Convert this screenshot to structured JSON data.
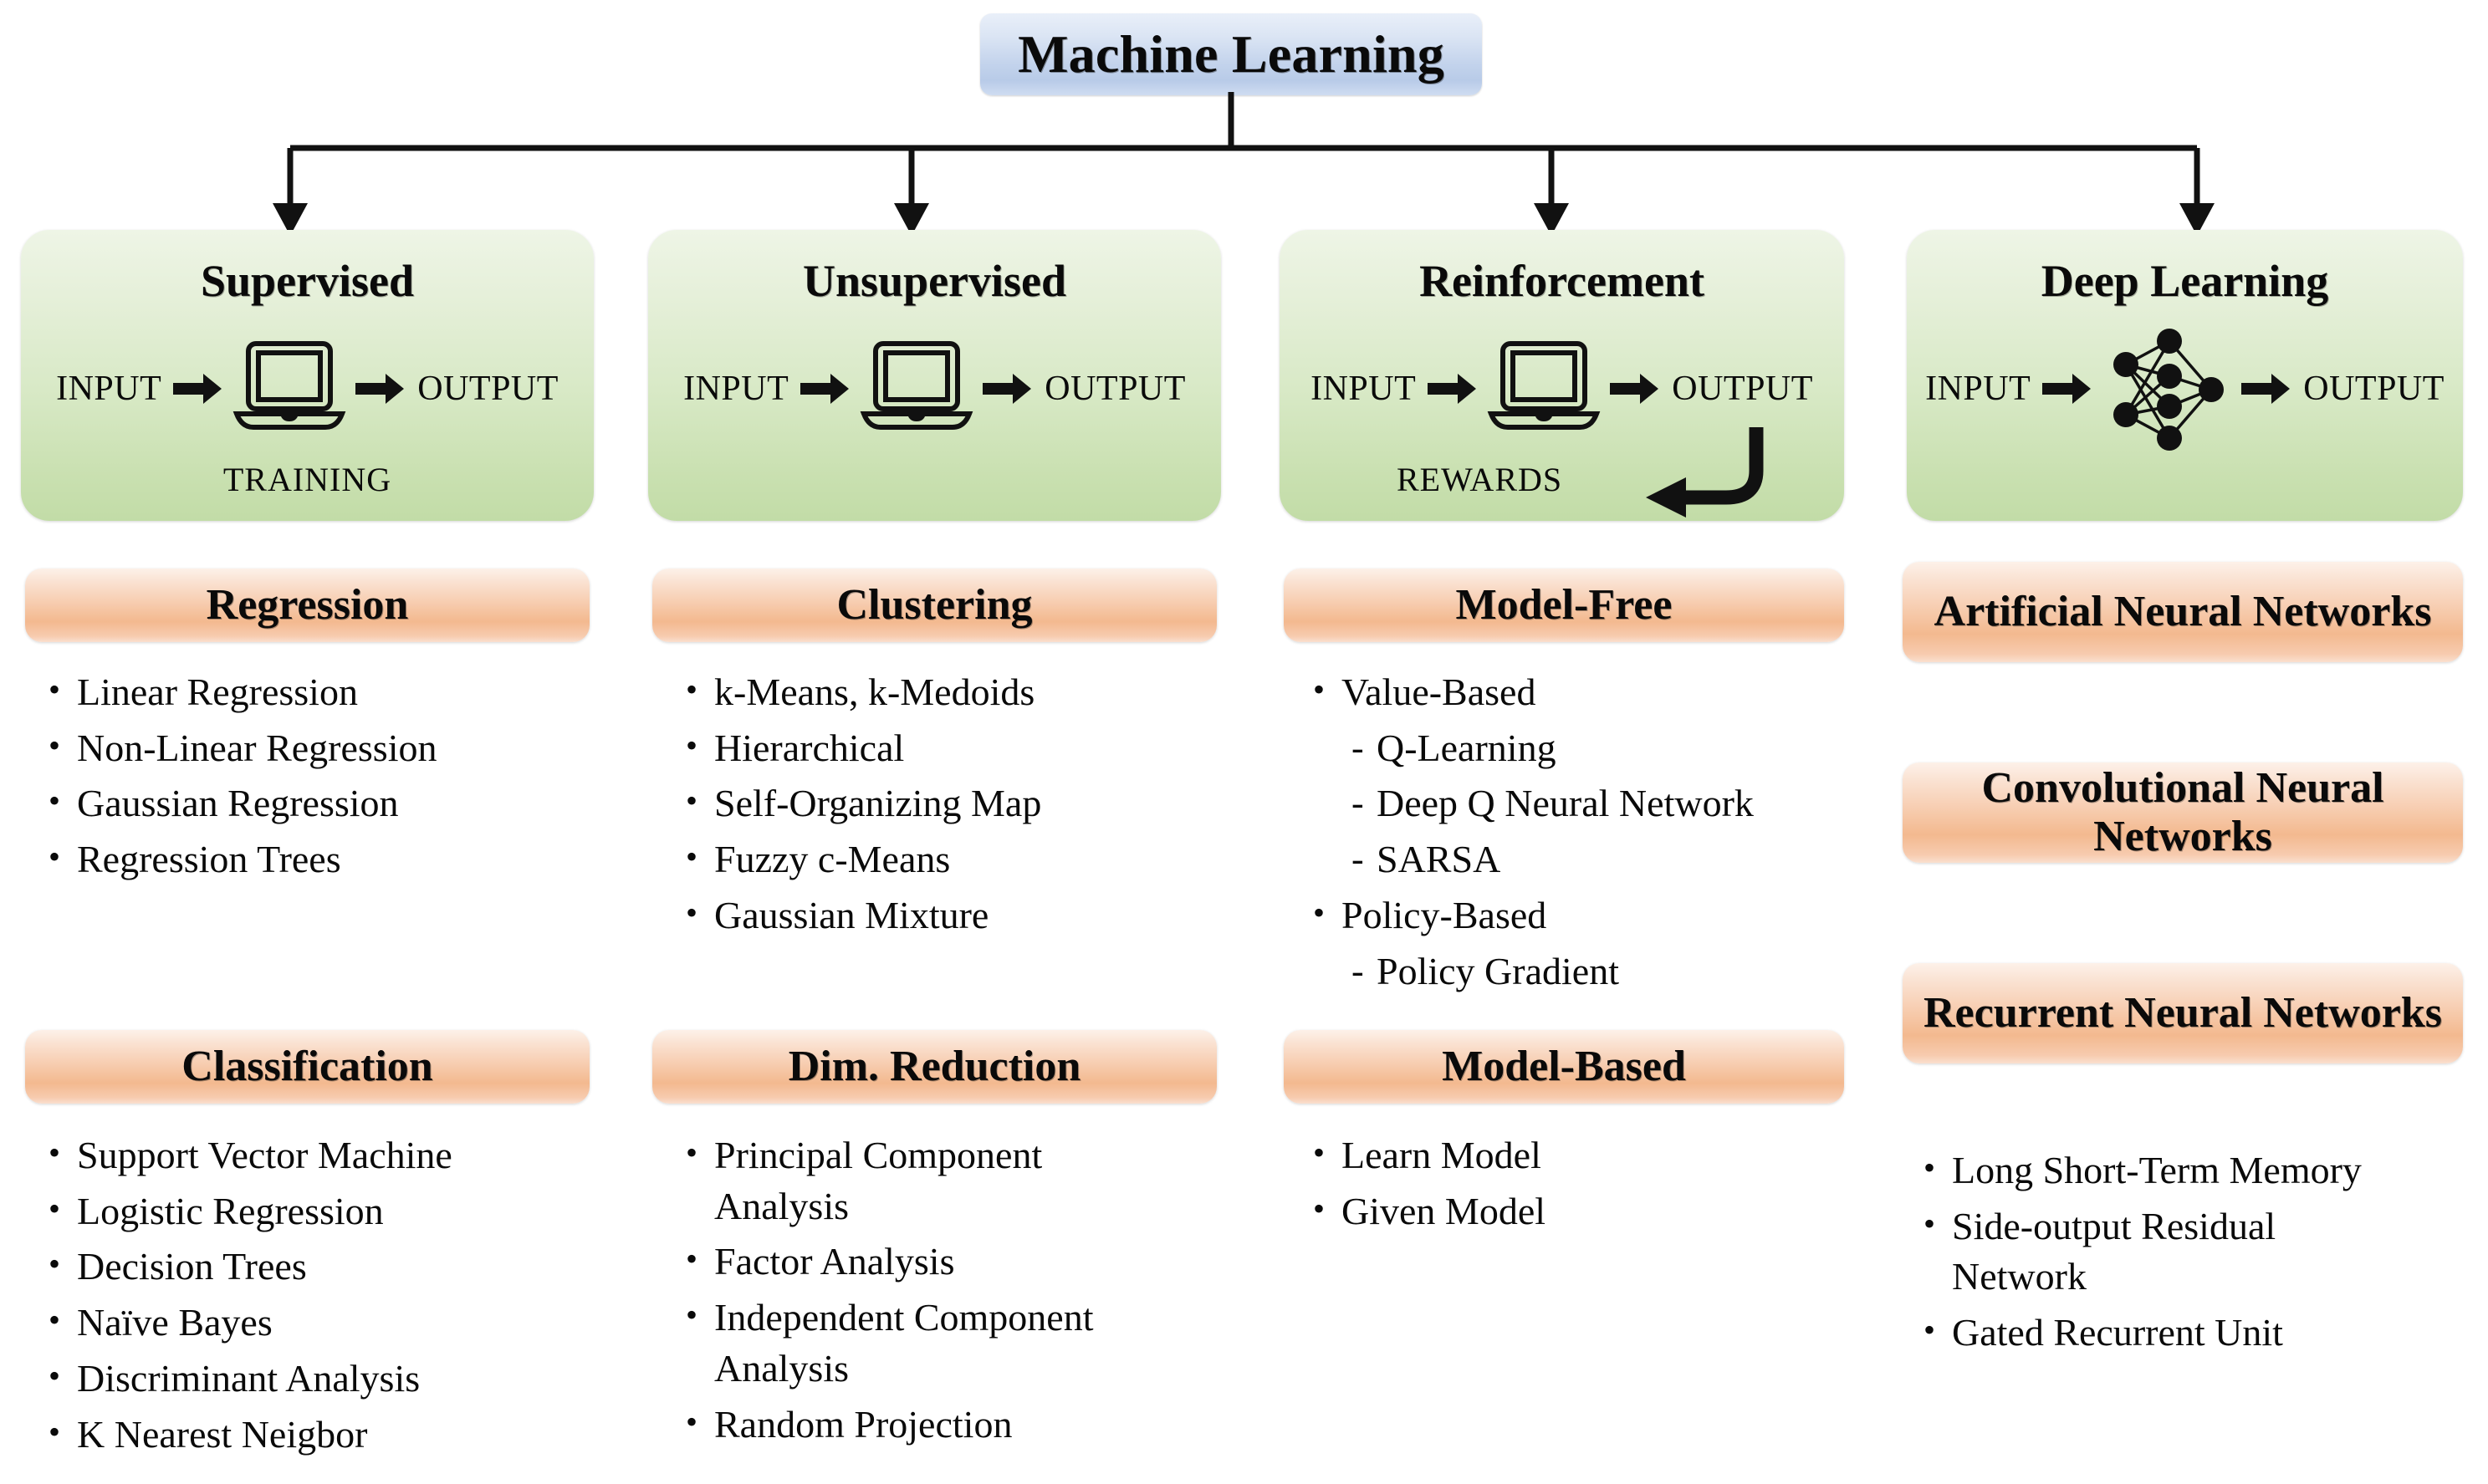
{
  "root": {
    "title": "Machine Learning"
  },
  "flow": {
    "input": "INPUT",
    "output": "OUTPUT"
  },
  "colors": {
    "root_box": "#c3d3ec",
    "category_box": "#d8e9c6",
    "subheader_box": "#f3b98f",
    "text": "#0a0a0a",
    "connector": "#111111"
  },
  "columns": [
    {
      "name": "supervised",
      "title": "Supervised",
      "icon": "laptop-icon",
      "caption": "TRAINING",
      "sections": [
        {
          "header": "Regression",
          "items": [
            {
              "text": "Linear Regression",
              "level": 0
            },
            {
              "text": "Non-Linear Regression",
              "level": 0
            },
            {
              "text": "Gaussian Regression",
              "level": 0
            },
            {
              "text": "Regression Trees",
              "level": 0
            }
          ]
        },
        {
          "header": "Classification",
          "items": [
            {
              "text": "Support Vector Machine",
              "level": 0
            },
            {
              "text": "Logistic Regression",
              "level": 0
            },
            {
              "text": "Decision Trees",
              "level": 0
            },
            {
              "text": "Naïve Bayes",
              "level": 0
            },
            {
              "text": "Discriminant Analysis",
              "level": 0
            },
            {
              "text": "K Nearest Neigbor",
              "level": 0
            }
          ]
        }
      ]
    },
    {
      "name": "unsupervised",
      "title": "Unsupervised",
      "icon": "laptop-icon",
      "caption": "",
      "sections": [
        {
          "header": "Clustering",
          "items": [
            {
              "text": "k-Means, k-Medoids",
              "level": 0
            },
            {
              "text": "Hierarchical",
              "level": 0
            },
            {
              "text": "Self-Organizing Map",
              "level": 0
            },
            {
              "text": "Fuzzy c-Means",
              "level": 0
            },
            {
              "text": "Gaussian Mixture",
              "level": 0
            }
          ]
        },
        {
          "header": "Dim. Reduction",
          "items": [
            {
              "text": "Principal Component Analysis",
              "level": 0
            },
            {
              "text": "Factor Analysis",
              "level": 0
            },
            {
              "text": "Independent Component Analysis",
              "level": 0
            },
            {
              "text": "Random Projection",
              "level": 0
            }
          ]
        }
      ]
    },
    {
      "name": "reinforcement",
      "title": "Reinforcement",
      "icon": "laptop-icon",
      "caption": "REWARDS",
      "sections": [
        {
          "header": "Model-Free",
          "items": [
            {
              "text": "Value-Based",
              "level": 0
            },
            {
              "text": "Q-Learning",
              "level": 1
            },
            {
              "text": "Deep Q Neural Network",
              "level": 1
            },
            {
              "text": "SARSA",
              "level": 1
            },
            {
              "text": "Policy-Based",
              "level": 0
            },
            {
              "text": "Policy Gradient",
              "level": 1
            }
          ]
        },
        {
          "header": "Model-Based",
          "items": [
            {
              "text": "Learn Model",
              "level": 0
            },
            {
              "text": "Given Model",
              "level": 0
            }
          ]
        }
      ]
    },
    {
      "name": "deep-learning",
      "title": "Deep Learning",
      "icon": "neural-network-icon",
      "caption": "",
      "sections": [
        {
          "header": "Artificial Neural Networks",
          "items": []
        },
        {
          "header": "Convolutional Neural Networks",
          "items": []
        },
        {
          "header": "Recurrent Neural Networks",
          "items": []
        }
      ],
      "final_items": [
        {
          "text": "Long Short-Term Memory",
          "level": 0
        },
        {
          "text": "Side-output Residual Network",
          "level": 0
        },
        {
          "text": "Gated Recurrent Unit",
          "level": 0
        }
      ]
    }
  ]
}
